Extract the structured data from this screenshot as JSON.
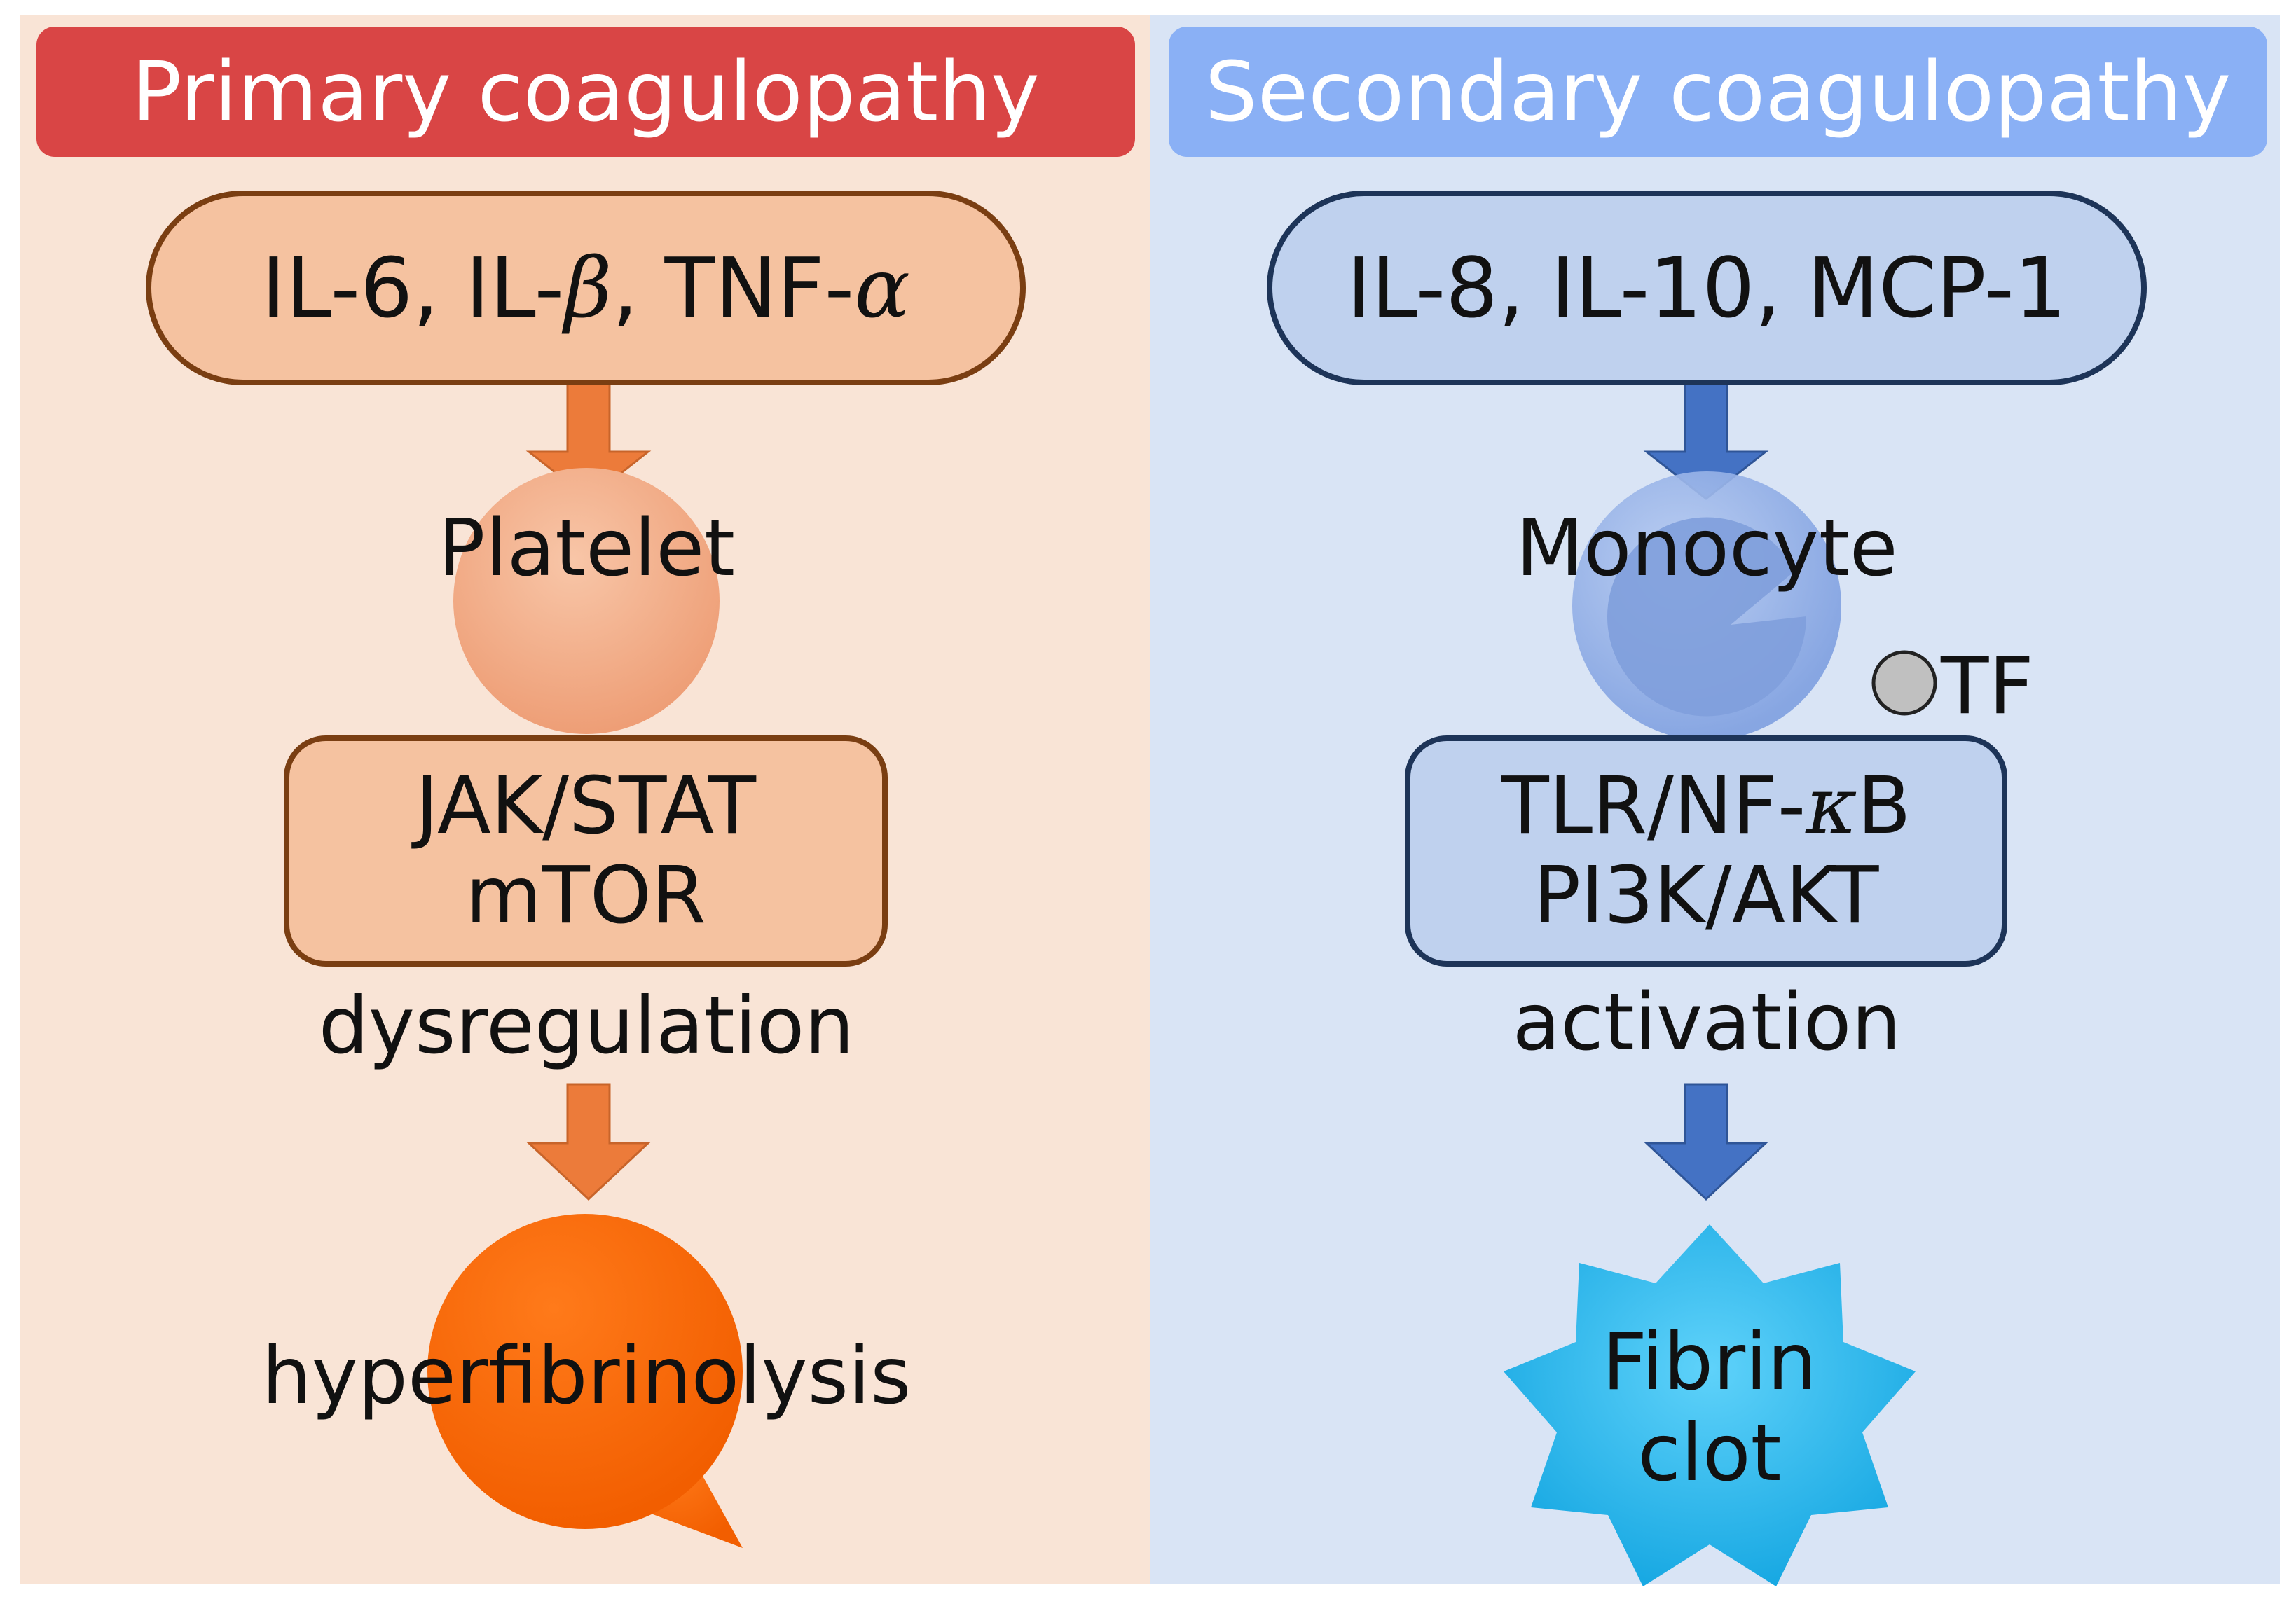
{
  "primary": {
    "title": "Primary coagulopathy",
    "cytokines": {
      "prefix": "IL-6, IL-",
      "beta": "β",
      "mid": ", TNF-",
      "alpha": "α"
    },
    "cell": "Platelet",
    "pathway": {
      "line1": "JAK/STAT",
      "line2": "mTOR"
    },
    "effect": "dysregulation",
    "outcome": "hyperfibrinolysis"
  },
  "secondary": {
    "title": "Secondary coagulopathy",
    "cytokines": "IL-8, IL-10, MCP-1",
    "cell": "Monocyte",
    "tf": "TF",
    "pathway": {
      "line1_prefix": "TLR/NF-",
      "kappa": "κ",
      "line1_suffix": "B",
      "line2": "PI3K/AKT"
    },
    "effect": "activation",
    "outcome": {
      "line1": "Fibrin",
      "line2": "clot"
    }
  },
  "colors": {
    "primary_bg": "#F9E4D6",
    "primary_header": "#D94545",
    "primary_box": "#F5C2A0",
    "primary_border": "#7A3E12",
    "primary_arrow": "#EC7B3A",
    "platelet": "#F2A882",
    "fibrinolysis": "#FF6600",
    "secondary_bg": "#D9E4F5",
    "secondary_header": "#8AB0F5",
    "secondary_box": "#BFD1EE",
    "secondary_border": "#1D3458",
    "secondary_arrow": "#4472C4",
    "monocyte": "#8FAEE6",
    "clot": "#22B7EE",
    "tf_dot": "#C0C0C0"
  }
}
